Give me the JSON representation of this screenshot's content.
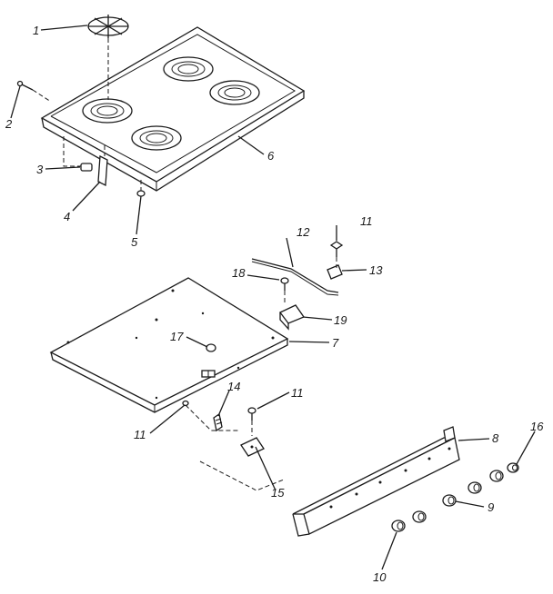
{
  "callouts": {
    "c1": "1",
    "c2": "2",
    "c3": "3",
    "c4": "4",
    "c5": "5",
    "c6": "6",
    "c7": "7",
    "c8": "8",
    "c9": "9",
    "c10": "10",
    "c11a": "11",
    "c11b": "11",
    "c11c": "11",
    "c12": "12",
    "c13": "13",
    "c14": "14",
    "c15": "15",
    "c16": "16",
    "c17": "17",
    "c18": "18",
    "c19": "19"
  }
}
